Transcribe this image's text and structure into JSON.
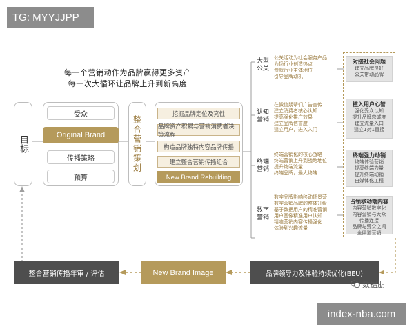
{
  "header_tag": "TG: MYYJJPP",
  "headline": {
    "line1": "每一个营销动作为品牌赢得更多资产",
    "line2": "每一次大循环让品牌上升到新高度"
  },
  "target_label": "目标",
  "left_items": [
    "受众",
    "Original Brand",
    "传播策略",
    "预算"
  ],
  "integrated_label": "整合营销策划",
  "stack_items": [
    "挖掘品牌定位及亮性",
    "品牌资产积累与营销消费者决策流程",
    "构造品牌独特内容品牌传播",
    "建立整合营销传播组合",
    "New Brand Rebuilding"
  ],
  "categories": [
    {
      "label": "大型公关",
      "desc": "公关活动为社会服务产品\n为场行业创造热点\n造就行业主体地位\n引导品牌动机",
      "box_title": "对接社会问题",
      "box_text": "建立品牌良好\n公关带动品牌"
    },
    {
      "label": "认知营销",
      "desc": "在微信朋辈们广告宣传\n建立消费者核心认知\n提高强化推广效果\n建立品牌信誉度\n建立用户，进入入门",
      "box_title": "植入用户心智",
      "box_text": "强化受众认知\n提升品牌忠诚度\n建立流量入口\n建立1对1直接"
    },
    {
      "label": "终端营销",
      "desc": "终端营销化的核心战略\n终端营销上升到战略地位\n提升终端流量\n终端品牌，最大终端",
      "box_title": "终端强力动销",
      "box_text": "终端体验营销\n提高终端力量\n提升终端动销\n自媒体化工程"
    },
    {
      "label": "数字营销",
      "desc": "数字品牌影响移动场景营\n数字营销品牌的整体升级\n基于数据用户的精准营销\n用户画像精准用户认知\n精准营销内容传播强化\n体验到兴趣流量",
      "box_title": "占领移动端内容",
      "box_text": "内容营销数字化\n内容营销与大众\n传播连接\n品牌与受众之间\n全渠道营销"
    }
  ],
  "bottom": {
    "left": "整合营销传播年审 / 评估",
    "middle": "New Brand Image",
    "right": "品牌领导力及体验持续优化(BEU)"
  },
  "watermark": "数据朋",
  "footer_tag": "index-nba.com",
  "colors": {
    "gold": "#b59a5b",
    "dark": "#4e4e4e",
    "tag_gray": "#8c8c8c"
  }
}
